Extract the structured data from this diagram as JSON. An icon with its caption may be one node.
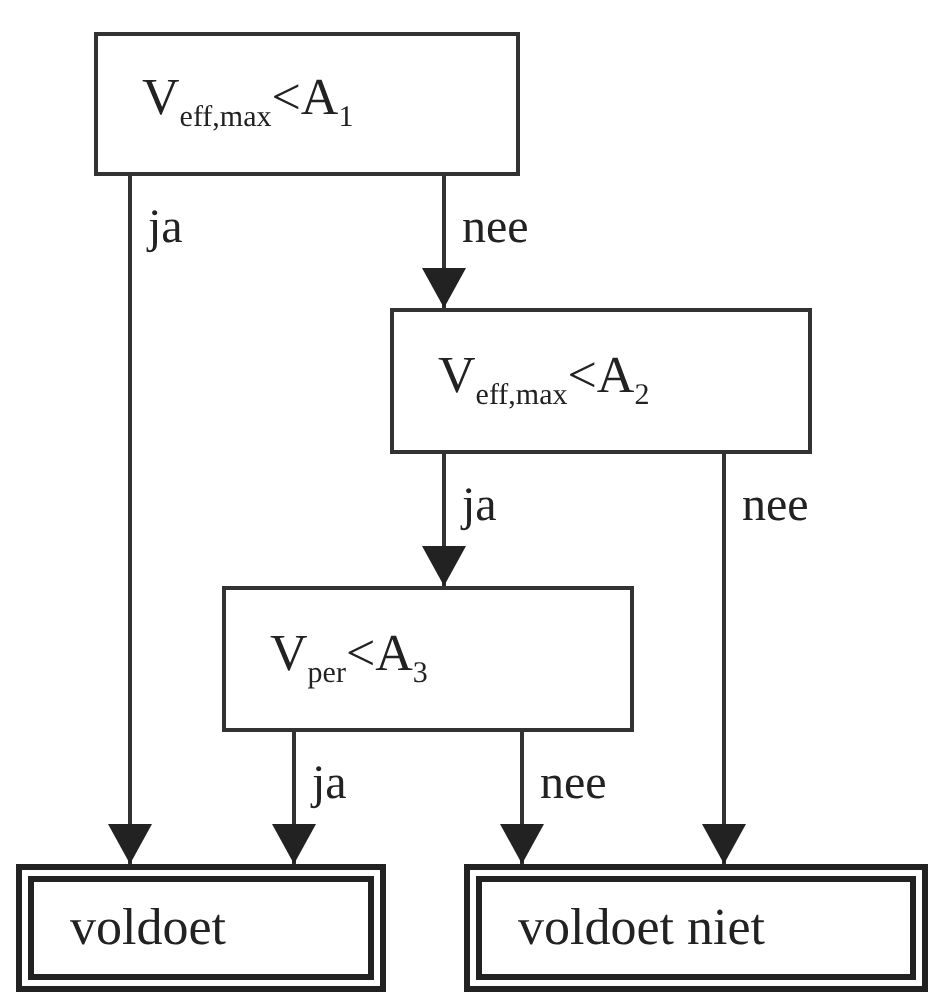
{
  "diagram": {
    "nodes": [
      {
        "text": [
          "V$_{eff,max}$<A$_{1}$"
        ]
      },
      {
        "text": [
          "V$_{eff,max}$<A$_{2}$"
        ]
      },
      {
        "text": [
          "V$_{per}$<A$_{3}$"
        ]
      },
      {
        "text": [
          "voldoet"
        ]
      },
      {
        "text": [
          "voldoet niet"
        ]
      }
    ],
    "edges": [
      {
        "from": 0,
        "to": 3,
        "label": "ja",
        "arrow": "to"
      },
      {
        "from": 0,
        "to": 1,
        "label": "nee",
        "arrow": "to"
      },
      {
        "from": 1,
        "to": 2,
        "label": "ja",
        "arrow": "to"
      },
      {
        "from": 1,
        "to": 4,
        "label": "nee",
        "arrow": "to"
      },
      {
        "from": 2,
        "to": 3,
        "label": "ja",
        "arrow": "to"
      },
      {
        "from": 2,
        "to": 4,
        "label": "nee",
        "arrow": "to"
      }
    ]
  }
}
